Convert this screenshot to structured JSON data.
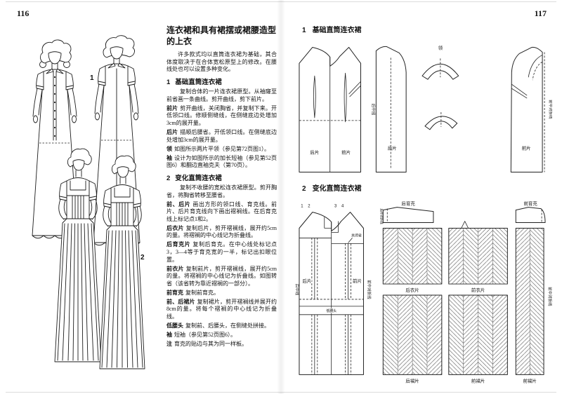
{
  "pages": {
    "left_number": "116",
    "right_number": "117"
  },
  "left": {
    "figures": {
      "fig1": "1",
      "fig2": "2"
    },
    "column": {
      "title": "连衣裙和具有裙摆或裙腰造型的上衣",
      "intro": "许多款式均以直筒连衣裙为基础，其合体度取决于在合体宽松原型上的修改。在腰线处也可以设置多种变化。",
      "section1": {
        "num": "1",
        "heading": "基础直筒连衣裙",
        "paras": [
          {
            "head": "",
            "text": "复制合体的一片连衣裙原型。从袖窿至前省画一条曲线。剪开曲线，剪下前片。"
          },
          {
            "head": "前片",
            "text": "剪开曲线，关闭胸省，并复制下来。开低领口线。修顺侧缝线，在侧缝底边处增加3cm的展开量。"
          },
          {
            "head": "后片",
            "text": "描顺后腰省。开低领口线。在侧缝底边处增加3cm的展开量。"
          },
          {
            "head": "领",
            "text": "如图所示两片平领（参见第72页图1）。"
          },
          {
            "head": "袖",
            "text": "设计为如图所示的加长短袖（参见第52页图6）和翻边直袖克夫（第70页）。"
          }
        ]
      },
      "section2": {
        "num": "2",
        "heading": "变化直筒连衣裙",
        "paras": [
          {
            "head": "",
            "text": "复制不收腰的宽松连衣裙原型。剪开胸省，将胸省转移至腰省。"
          },
          {
            "head": "前、后片",
            "text": "画出方形的领口线、育克线。前片、后片育克线向下画出褶裥线。在后育克线上标记点1和2。"
          },
          {
            "head": "后衣片",
            "text": "复制后片，剪开褶裥线，展开约5cm的量。将褶裥的中心线记为折叠线。"
          },
          {
            "head": "后育克片",
            "text": "复制后育克。在中心线处标记点3，3—4等于育克宽的一半，标记出扣眼位置。"
          },
          {
            "head": "前衣片",
            "text": "复制前片，剪开褶裥线，展开约5cm的量。将褶裥的中心线记为折叠线。如图转省（该省转为靠近褶裥的一部分）。"
          },
          {
            "head": "前育克",
            "text": "复制前育克。"
          },
          {
            "head": "前、后裙片",
            "text": "复制裙片，剪开褶裥线并展开约8cm的量。将每个褶裥的中心线记为折叠线。"
          },
          {
            "head": "低腰头",
            "text": "复制前、后腰头，在侧缝处拼接。"
          },
          {
            "head": "袖",
            "text": "短袖（参见第52页图6）。"
          },
          {
            "head": "注",
            "text": "育克的贴边与其为同一样板。"
          }
        ]
      }
    }
  },
  "right": {
    "section1": {
      "num": "1",
      "heading": "基础直筒连衣裙"
    },
    "section2": {
      "num": "2",
      "heading": "变化直筒连衣裙"
    },
    "labels": {
      "back_piece": "后片",
      "front_piece": "前片",
      "collar": "领",
      "center_back_line": "后中线",
      "center_front_fold": "前中对折线",
      "center_back_fold": "后中对折线",
      "back_yoke": "后育克",
      "front_yoke": "前育克",
      "close_dart": "关闭省",
      "low_waistband": "低腰头",
      "back_bodice": "后衣片",
      "front_bodice": "前衣片",
      "back_skirt": "后裙片",
      "front_skirt": "前裙片",
      "n1": "1",
      "n2": "2",
      "n3": "3",
      "n4": "4"
    }
  }
}
